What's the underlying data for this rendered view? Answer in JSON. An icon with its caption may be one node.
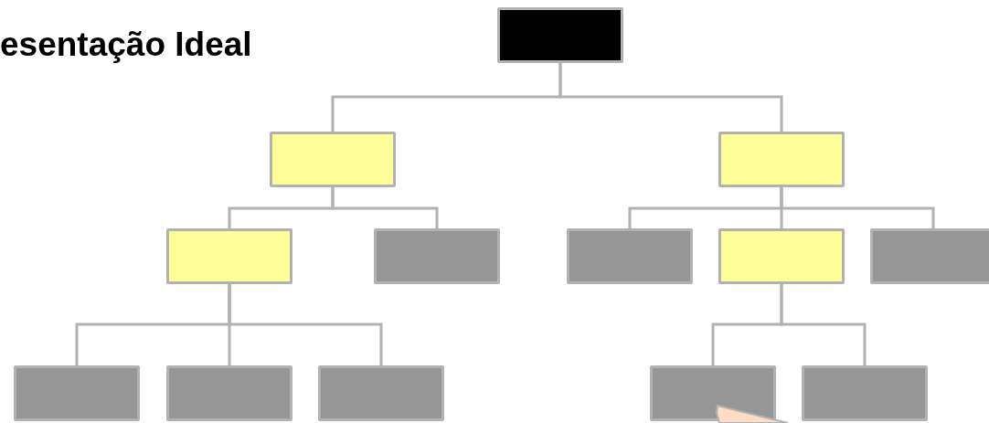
{
  "diagram": {
    "title": "esentação Ideal",
    "nodes": [
      {
        "text": [],
        "shape": "box"
      },
      {
        "text": [],
        "shape": "box"
      },
      {
        "text": [],
        "shape": "box"
      },
      {
        "text": [],
        "shape": "box"
      },
      {
        "text": [],
        "shape": "box"
      },
      {
        "text": [],
        "shape": "box"
      },
      {
        "text": [],
        "shape": "box"
      },
      {
        "text": [],
        "shape": "box"
      },
      {
        "text": [],
        "shape": "box"
      },
      {
        "text": [],
        "shape": "box"
      },
      {
        "text": [],
        "shape": "box"
      },
      {
        "text": [],
        "shape": "box"
      },
      {
        "text": [],
        "shape": "box"
      },
      {
        "text": [],
        "shape": "callout"
      }
    ],
    "edges": [
      {
        "from": 0,
        "to": 1,
        "arrow": "none"
      },
      {
        "from": 0,
        "to": 2,
        "arrow": "none"
      },
      {
        "from": 1,
        "to": 3,
        "arrow": "none"
      },
      {
        "from": 1,
        "to": 4,
        "arrow": "none"
      },
      {
        "from": 2,
        "to": 5,
        "arrow": "none"
      },
      {
        "from": 2,
        "to": 6,
        "arrow": "none"
      },
      {
        "from": 2,
        "to": 7,
        "arrow": "none"
      },
      {
        "from": 3,
        "to": 8,
        "arrow": "none"
      },
      {
        "from": 3,
        "to": 9,
        "arrow": "none"
      },
      {
        "from": 3,
        "to": 10,
        "arrow": "none"
      },
      {
        "from": 6,
        "to": 11,
        "arrow": "none"
      },
      {
        "from": 6,
        "to": 12,
        "arrow": "none"
      }
    ]
  }
}
